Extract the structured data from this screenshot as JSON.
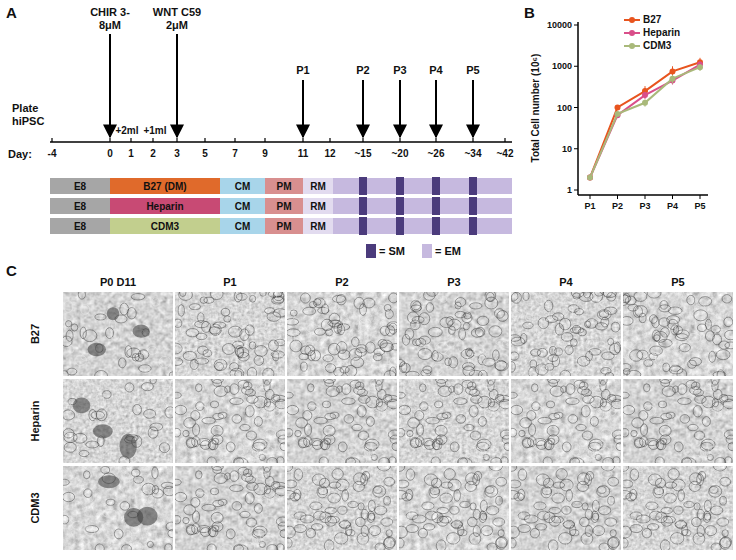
{
  "diagram": {
    "nodes": [
      {
        "text": [
          "E8"
        ]
      },
      {
        "text": [
          "B27 (DM)"
        ]
      },
      {
        "text": [
          "CM"
        ]
      },
      {
        "text": [
          "PM"
        ]
      },
      {
        "text": [
          "RM"
        ]
      },
      {
        "text": [
          "E8"
        ]
      },
      {
        "text": [
          "Heparin"
        ]
      },
      {
        "text": [
          "CM"
        ]
      },
      {
        "text": [
          "PM"
        ]
      },
      {
        "text": [
          "RM"
        ]
      },
      {
        "text": [
          "E8"
        ]
      },
      {
        "text": [
          "CDM3"
        ]
      },
      {
        "text": [
          "CM"
        ]
      },
      {
        "text": [
          "PM"
        ]
      },
      {
        "text": [
          "RM"
        ]
      }
    ],
    "labels": [
      "A",
      "Plate hiPSC",
      "CHIR 3-8μM",
      "WNT C59 2μM",
      "P1",
      "P2",
      "P3",
      "P4",
      "P5",
      "+2ml",
      "+1ml",
      "Day:",
      "-4",
      "0",
      "1",
      "2",
      "3",
      "5",
      "7",
      "9",
      "11",
      "12",
      "~15",
      "~20",
      "~26",
      "~34",
      "~42",
      "B",
      "Total Cell number (10⁶)",
      "10000",
      "1000",
      "100",
      "10",
      "1",
      "P1",
      "P2",
      "P3",
      "P4",
      "P5",
      "C",
      "P0 D11",
      "P1",
      "P2",
      "P3",
      "P4",
      "P5",
      "B27",
      "Heparin",
      "CDM3"
    ],
    "legend": [
      {
        "text": "= SM",
        "color": "#4b3b7c"
      },
      {
        "text": "= EM",
        "color": "#c6b9df"
      },
      {
        "text": "B27"
      },
      {
        "text": "Heparin"
      },
      {
        "text": "CDM3"
      }
    ]
  }
}
